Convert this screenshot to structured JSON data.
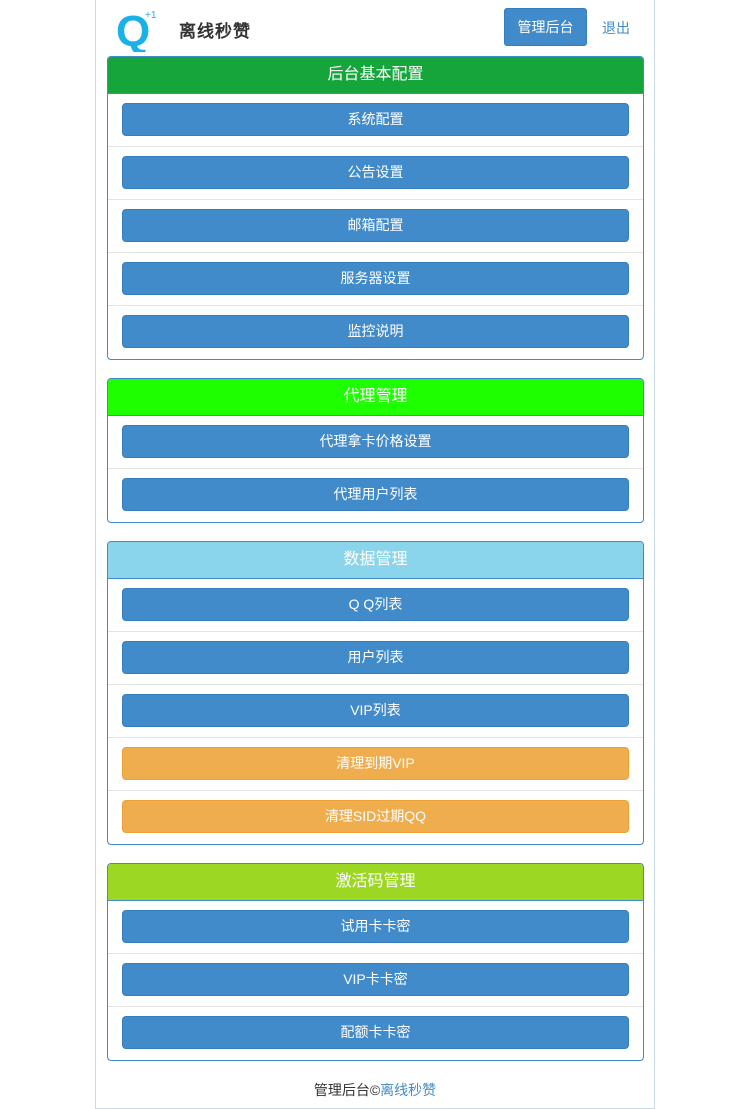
{
  "header": {
    "logo_text": "Q",
    "logo_superscript": "+1",
    "brand": "离线秒赞",
    "admin_button": "管理后台",
    "logout_link": "退出"
  },
  "colors": {
    "primary": "#428bca",
    "warning": "#f0ad4e",
    "panel1_heading": "#16a53b",
    "panel2_heading": "#1eff00",
    "panel3_heading": "#8ad5ec",
    "panel4_heading": "#9cd823"
  },
  "panels": [
    {
      "title": "后台基本配置",
      "items": [
        "系统配置",
        "公告设置",
        "邮箱配置",
        "服务器设置",
        "监控说明"
      ]
    },
    {
      "title": "代理管理",
      "items": [
        "代理拿卡价格设置",
        "代理用户列表"
      ]
    },
    {
      "title": "数据管理",
      "items": [
        "Q Q列表",
        "用户列表",
        "VIP列表",
        "清理到期VIP",
        "清理SID过期QQ"
      ]
    },
    {
      "title": "激活码管理",
      "items": [
        "试用卡卡密",
        "VIP卡卡密",
        "配额卡卡密"
      ]
    }
  ],
  "footer": {
    "prefix": "管理后台©",
    "link": "离线秒赞"
  }
}
